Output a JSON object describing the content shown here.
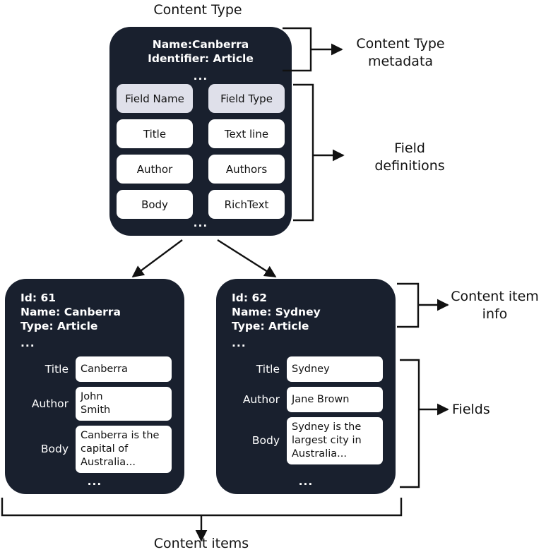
{
  "diagram": {
    "title": "Content Type",
    "footer_label": "Content items",
    "ellipsis": "...",
    "colors": {
      "card_bg": "#19202E",
      "header_chip": "#DFE0EA",
      "value_box": "#FFFFFF",
      "line": "#111111",
      "text_on_dark": "#FFFFFF",
      "text_on_light": "#111111",
      "page_bg": "#FFFFFF"
    }
  },
  "content_type": {
    "metadata_lines": [
      "Name:Canberra",
      "Identifier: Article"
    ],
    "metadata_ellipsis": "...",
    "field_table": {
      "headers": [
        "Field Name",
        "Field Type"
      ],
      "rows": [
        [
          "Title",
          "Text line"
        ],
        [
          "Author",
          "Authors"
        ],
        [
          "Body",
          "RichText"
        ]
      ]
    },
    "table_ellipsis": "..."
  },
  "annotations": {
    "content_type_metadata": "Content Type\nmetadata",
    "field_definitions": "Field\ndefinitions",
    "content_item_info": "Content item\ninfo",
    "fields": "Fields"
  },
  "content_items": [
    {
      "info_lines": [
        "Id: 61",
        "Name: Canberra",
        "Type: Article"
      ],
      "info_ellipsis": "...",
      "fields": [
        {
          "label": "Title",
          "value": "Canberra"
        },
        {
          "label": "Author",
          "value": "John\nSmith"
        },
        {
          "label": "Body",
          "value": "Canberra is the\ncapital of\nAustralia..."
        }
      ],
      "fields_ellipsis": "..."
    },
    {
      "info_lines": [
        "Id: 62",
        "Name: Sydney",
        "Type: Article"
      ],
      "info_ellipsis": "...",
      "fields": [
        {
          "label": "Title",
          "value": "Sydney"
        },
        {
          "label": "Author",
          "value": "Jane Brown"
        },
        {
          "label": "Body",
          "value": "Sydney is the\nlargest city in\nAustralia..."
        }
      ],
      "fields_ellipsis": "..."
    }
  ]
}
